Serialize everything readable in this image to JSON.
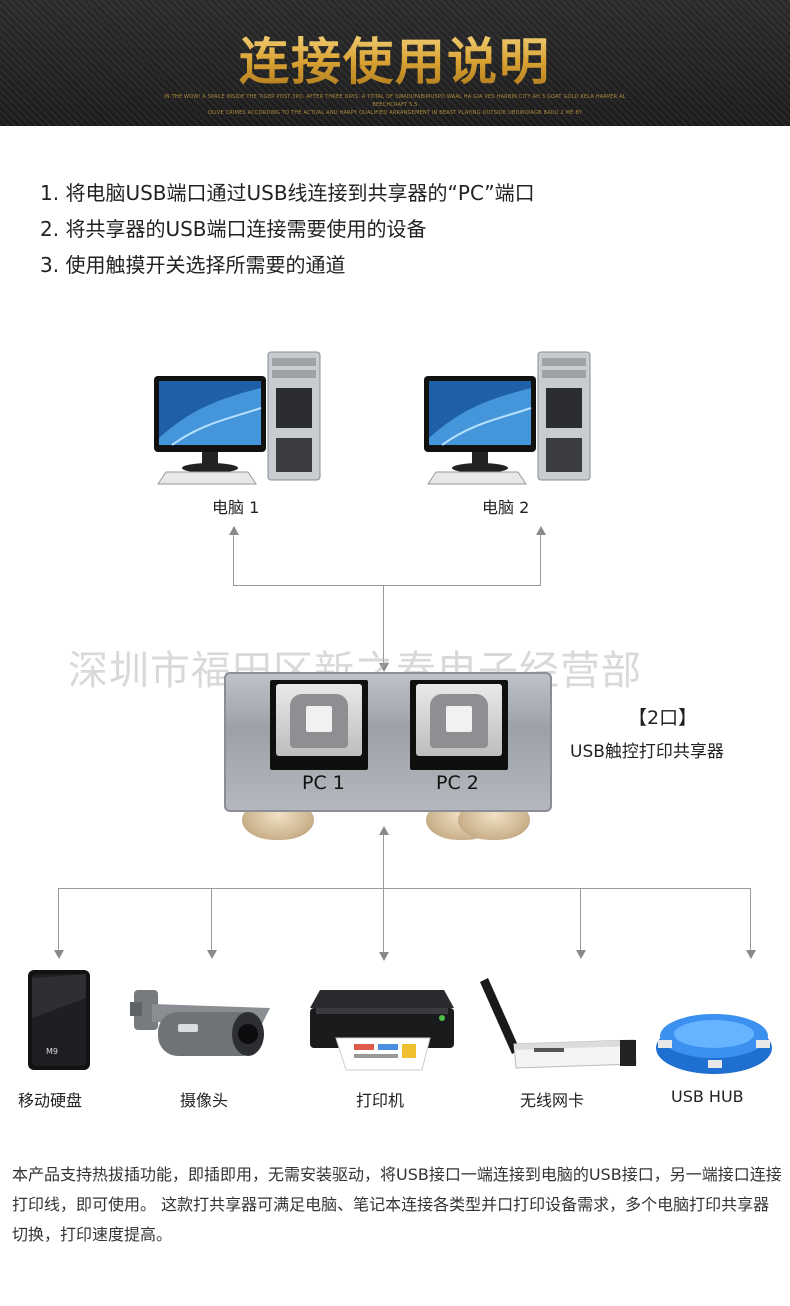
{
  "header": {
    "title": "连接使用说明",
    "subtitle_line1": "IN THE WOW! A SPACE INSIDE THE TIGER POST 3PO. AFTER THREE DAYS. A TOTAL OF 3WADI/FABIMUSPO WAAL HA GIA VES HARBIN CITY AH 3 GOAT GOLD KELA HARPER AL BEECHCRAFT 5.5",
    "subtitle_line2": "OLIVE CRIMES ACCORDING TO THE ACTUAL AND HARPY QUALIFIED ARRANGEMENT IN BEAST PLAYING OUTSIDE UBDWOIAGB BADU 2 ME BY"
  },
  "steps": [
    "1. 将电脑USB端口通过USB线连接到共享器的“PC”端口",
    "2. 将共享器的USB端口连接需要使用的设备",
    "3. 使用触摸开关选择所需要的通道"
  ],
  "computers": [
    {
      "label": "电脑 1"
    },
    {
      "label": "电脑 2"
    }
  ],
  "watermark": "深圳市福田区新之春电子经营部",
  "device": {
    "badge": "【2口】",
    "name": "USB触控打印共享器",
    "ports": [
      "PC 1",
      "PC 2"
    ],
    "hub_model": "M9"
  },
  "peripherals": [
    {
      "label": "移动硬盘",
      "icon": "external-hard-drive-icon"
    },
    {
      "label": "摄像头",
      "icon": "security-camera-icon"
    },
    {
      "label": "打印机",
      "icon": "printer-icon"
    },
    {
      "label": "无线网卡",
      "icon": "wifi-adapter-icon"
    },
    {
      "label": "USB HUB",
      "icon": "usb-hub-icon"
    }
  ],
  "description": "本产品支持热拔插功能，即插即用，无需安装驱动，将USB接口一端连接到电脑的USB接口，另一端接口连接打印线，即可使用。 这款打共享器可满足电脑、笔记本连接各类型并口打印设备需求，多个电脑打印共享器切换，打印速度提高。",
  "colors": {
    "banner_bg": "#222222",
    "title_gold": "#d9a233",
    "line_gray": "#9a9a9a"
  }
}
